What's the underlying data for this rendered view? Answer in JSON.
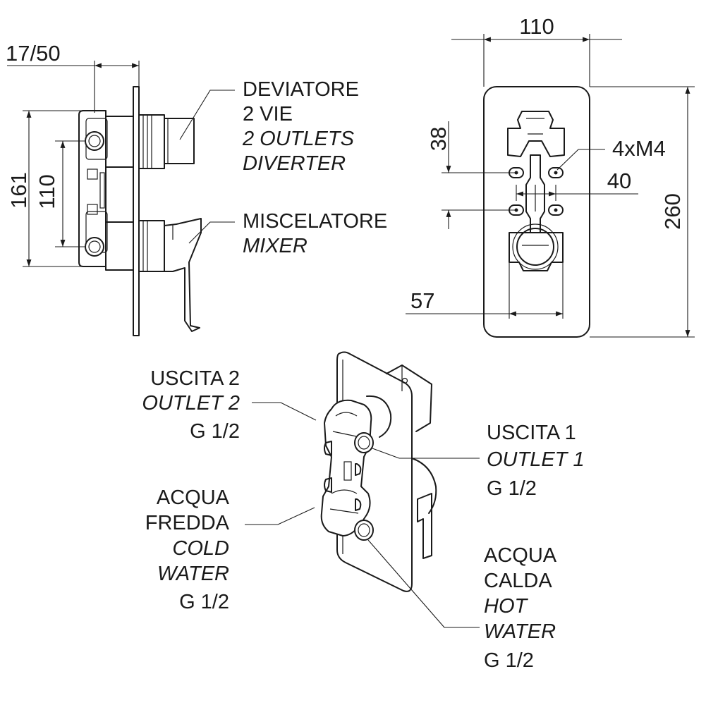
{
  "dimensions": {
    "depth": "17/50",
    "height_body": "161",
    "axis_spacing": "110",
    "plate_width": "110",
    "plate_height": "260",
    "screw_spacing_v": "38",
    "screw_spacing_h": "40",
    "cutout_width": "57",
    "screws": "4xM4"
  },
  "labels": {
    "diverter_it_1": "DEVIATORE",
    "diverter_it_2": "2 VIE",
    "diverter_en_1": "2 OUTLETS",
    "diverter_en_2": "DIVERTER",
    "mixer_it": "MISCELATORE",
    "mixer_en": "MIXER",
    "outlet2_it": "USCITA 2",
    "outlet2_en": "OUTLET 2",
    "outlet2_thread": "G 1/2",
    "outlet1_it": "USCITA 1",
    "outlet1_en": "OUTLET 1",
    "outlet1_thread": "G 1/2",
    "cold_it_1": "ACQUA",
    "cold_it_2": "FREDDA",
    "cold_en_1": "COLD",
    "cold_en_2": "WATER",
    "cold_thread": "G 1/2",
    "hot_it_1": "ACQUA",
    "hot_it_2": "CALDA",
    "hot_en_1": "HOT",
    "hot_en_2": "WATER",
    "hot_thread": "G 1/2"
  }
}
